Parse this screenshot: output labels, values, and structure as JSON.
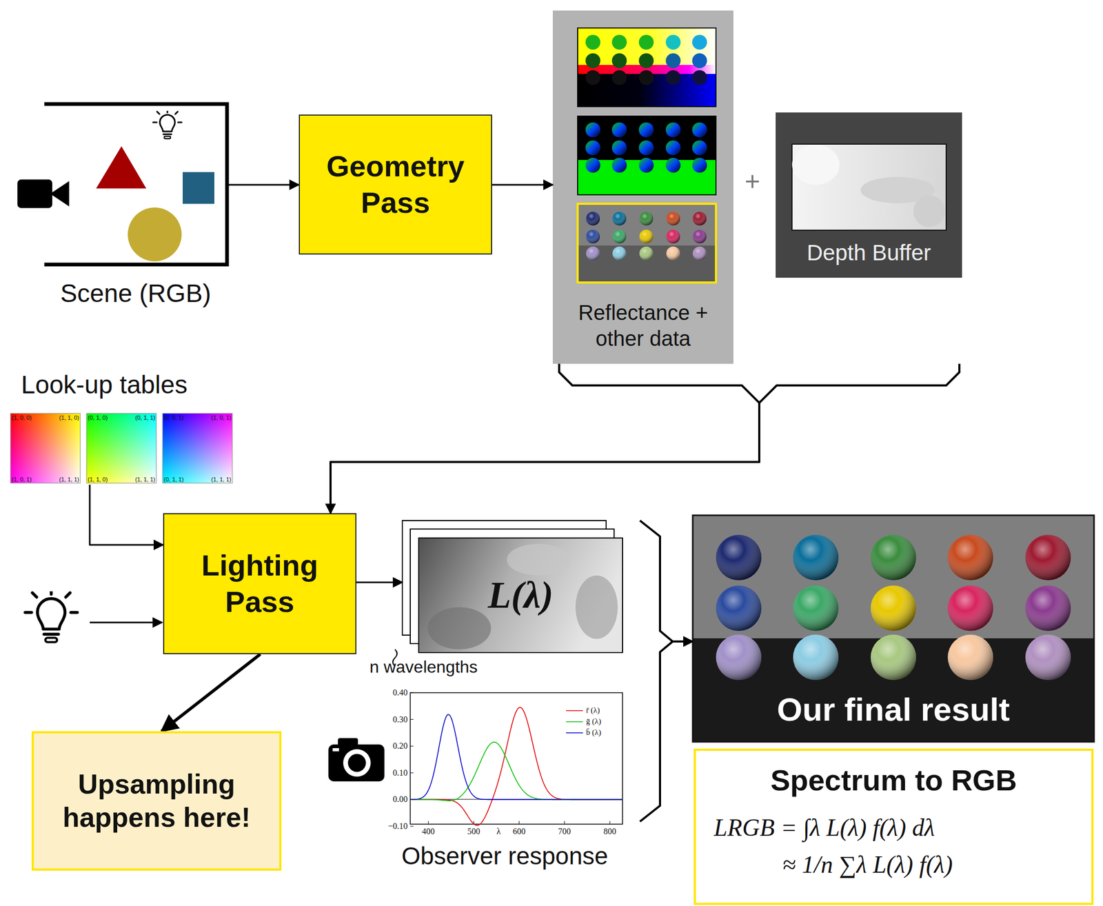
{
  "diagram": {
    "nodes": [
      {
        "text": [
          "Scene (RGB)"
        ]
      },
      {
        "text": [
          "Geometry Pass"
        ]
      },
      {
        "text": [
          "Reflectance + other data"
        ]
      },
      {
        "text": [
          "Depth Buffer"
        ]
      },
      {
        "text": [
          "Look-up tables"
        ]
      },
      {
        "text": [
          "Lighting Pass"
        ]
      },
      {
        "text": [
          "L(λ)",
          "n wavelengths"
        ]
      },
      {
        "text": [
          "Observer response"
        ]
      },
      {
        "text": [
          "Our final result"
        ]
      },
      {
        "text": [
          "Spectrum to RGB",
          "LRGB = ∫λ L(λ) f(λ) dλ",
          "≈ 1/n ∑λ L(λ) f(λ)"
        ]
      },
      {
        "text": [
          "Upsampling happens here!"
        ]
      }
    ],
    "edges": [
      {
        "from": 0,
        "to": 1,
        "arrow": "to"
      },
      {
        "from": 1,
        "to": 2,
        "arrow": "to"
      },
      {
        "from": 2,
        "to": 5,
        "arrow": "to"
      },
      {
        "from": 3,
        "to": 5,
        "arrow": "to"
      },
      {
        "from": 4,
        "to": 5,
        "arrow": "to"
      },
      {
        "from": 5,
        "to": 6,
        "arrow": "to"
      },
      {
        "from": 5,
        "to": 10,
        "arrow": "to"
      },
      {
        "from": 6,
        "to": 8,
        "arrow": "to"
      },
      {
        "from": 7,
        "to": 8,
        "arrow": "to"
      }
    ],
    "labels": [
      "+",
      "(1, 0, 0)",
      "(1, 1, 0)",
      "(1, 0, 1)",
      "(1, 1, 1)",
      "(0, 1, 0)",
      "(0, 1, 1)",
      "(1, 1, 0)",
      "(1, 1, 1)",
      "(0, 0, 1)",
      "(1, 0, 1)",
      "(0, 1, 1)",
      "(1, 1, 1)",
      "0.40",
      "0.30",
      "0.20",
      "0.10",
      "0.00",
      "−0.10",
      "400",
      "500",
      "λ",
      "600",
      "700",
      "800"
    ],
    "legend": [
      {
        "text": "r̄ (λ)"
      },
      {
        "text": "ḡ (λ)"
      },
      {
        "text": "b̄ (λ)"
      }
    ]
  }
}
